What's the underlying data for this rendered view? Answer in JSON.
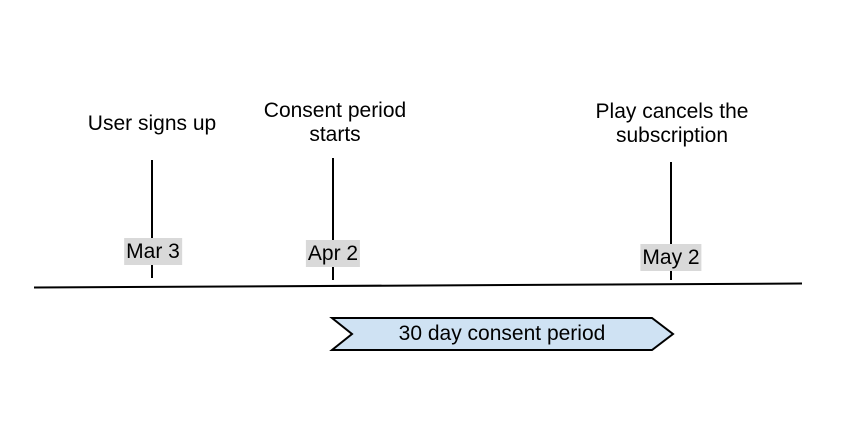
{
  "colors": {
    "banner-fill": "#cfe2f3",
    "date-bg": "#d9d9d9",
    "line": "#000000",
    "text": "#000000"
  },
  "timeline": {
    "events": [
      {
        "title": "User signs up",
        "date": "Mar 3"
      },
      {
        "title": "Consent period starts",
        "date": "Apr 2"
      },
      {
        "title": "Play cancels the subscription",
        "date": "May 2"
      }
    ],
    "banner_label": "30 day consent period"
  }
}
